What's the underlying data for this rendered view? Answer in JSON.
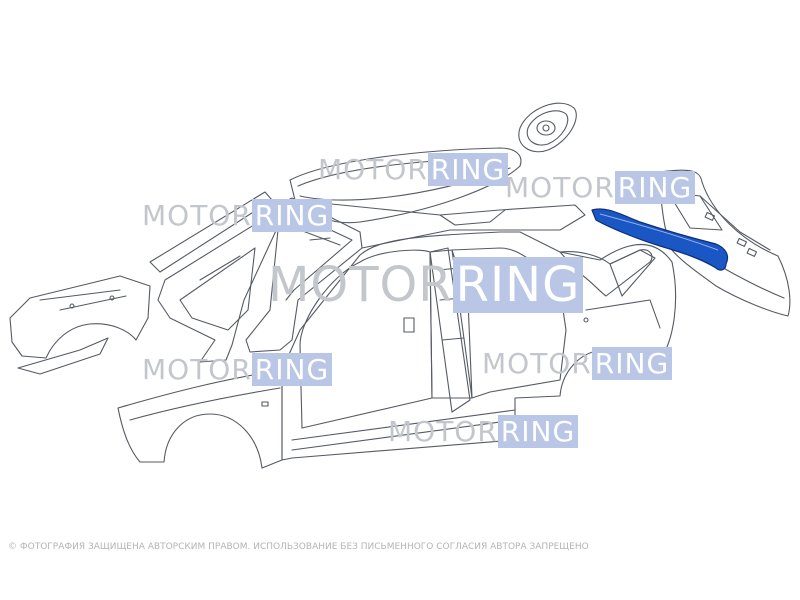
{
  "watermarks": [
    {
      "word_a": "MOTOR",
      "word_b": "RING"
    },
    {
      "word_a": "MOTOR",
      "word_b": "RING"
    },
    {
      "word_a": "MOTOR",
      "word_b": "RING"
    },
    {
      "word_a": "MOTOR",
      "word_b": "RING"
    },
    {
      "word_a": "MOTOR",
      "word_b": "RING"
    },
    {
      "word_a": "MOTOR",
      "word_b": "RING"
    },
    {
      "word_a": "MOTOR",
      "word_b": "RING"
    }
  ],
  "copyright": "© ФОТОГРАФИЯ ЗАЩИЩЕНА АВТОРСКИМ ПРАВОМ. ИСПОЛЬЗОВАНИЕ БЕЗ ПИСЬМЕННОГО СОГЛАСИЯ АВТОРА ЗАПРЕЩЕНО",
  "colors": {
    "line": "#555a63",
    "highlight": "#1a56c4",
    "highlight_dark": "#0d2f7a",
    "watermark_text": "#c3c6cc",
    "watermark_box": "#b9c6e6"
  }
}
